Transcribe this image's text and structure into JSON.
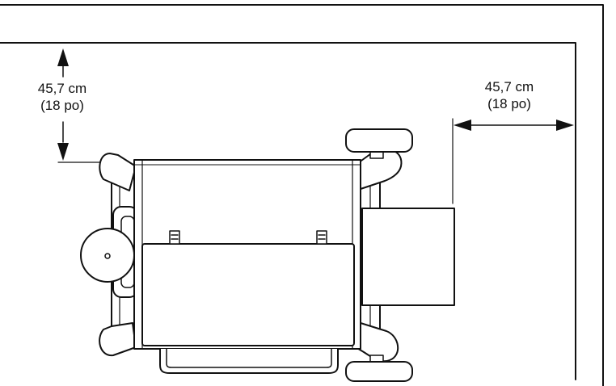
{
  "labels": {
    "left_clearance": {
      "metric": "45,7 cm",
      "imperial": "(18 po)"
    },
    "right_clearance": {
      "metric": "45,7 cm",
      "imperial": "(18 po)"
    }
  },
  "colors": {
    "line": "#111111",
    "background": "#ffffff"
  }
}
